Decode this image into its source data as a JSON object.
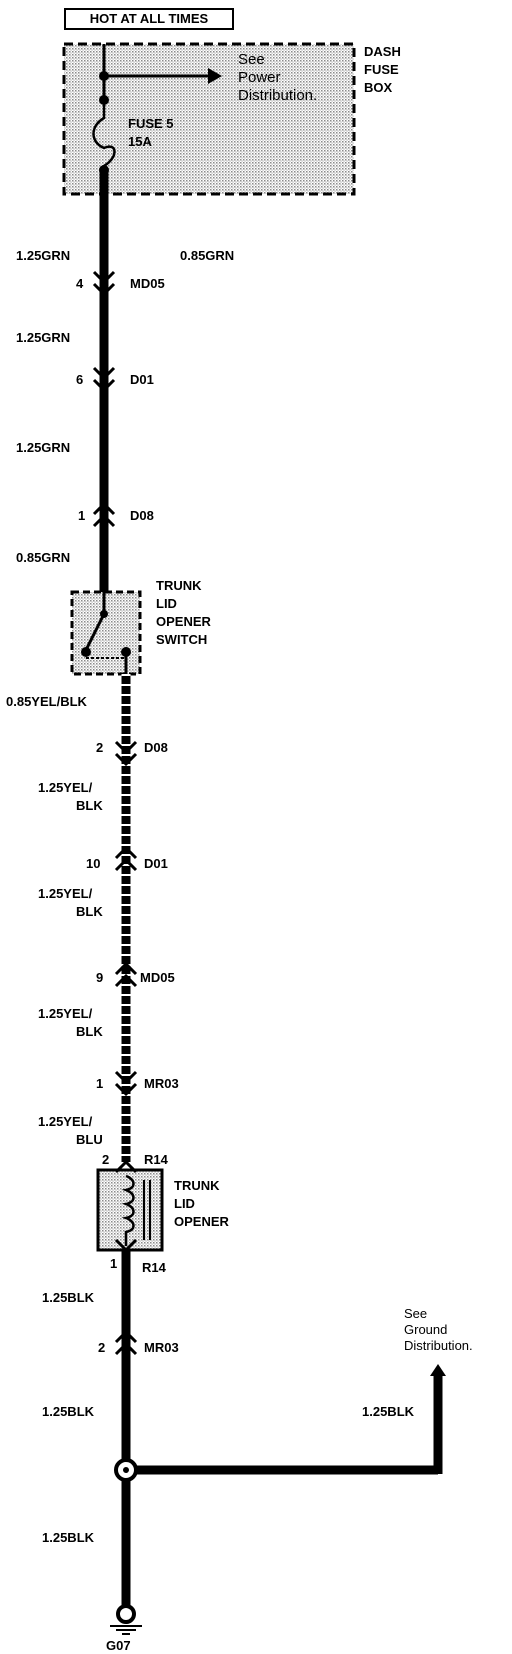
{
  "header": "HOT AT ALL TIMES",
  "fuse_box": {
    "l1": "DASH",
    "l2": "FUSE",
    "l3": "BOX"
  },
  "power_ref": {
    "l1": "See",
    "l2": "Power",
    "l3": "Distribution."
  },
  "fuse": {
    "name": "FUSE 5",
    "rating": "15A"
  },
  "wires": {
    "w1": "1.25GRN",
    "w1b": "0.85GRN",
    "w2": "1.25GRN",
    "w3": "1.25GRN",
    "w4": "0.85GRN",
    "w5": "0.85YEL/BLK",
    "w6a": "1.25YEL/",
    "w6b": "BLK",
    "w7a": "1.25YEL/",
    "w7b": "BLK",
    "w8a": "1.25YEL/",
    "w8b": "BLK",
    "w9a": "1.25YEL/",
    "w9b": "BLU",
    "w10": "1.25BLK",
    "w11": "1.25BLK",
    "w12": "1.25BLK",
    "w13": "1.25BLK"
  },
  "connectors": {
    "c1": {
      "pin": "4",
      "name": "MD05"
    },
    "c2": {
      "pin": "6",
      "name": "D01"
    },
    "c3": {
      "pin": "1",
      "name": "D08"
    },
    "c4": {
      "pin": "2",
      "name": "D08"
    },
    "c5": {
      "pin": "10",
      "name": "D01"
    },
    "c6": {
      "pin": "9",
      "name": "MD05"
    },
    "c7": {
      "pin": "1",
      "name": "MR03"
    },
    "c8": {
      "pin": "2",
      "name": "R14"
    },
    "c9": {
      "pin": "1",
      "name": "R14"
    },
    "c10": {
      "pin": "2",
      "name": "MR03"
    }
  },
  "switch": {
    "l1": "TRUNK",
    "l2": "LID",
    "l3": "OPENER",
    "l4": "SWITCH"
  },
  "opener": {
    "l1": "TRUNK",
    "l2": "LID",
    "l3": "OPENER"
  },
  "ground_ref": {
    "l1": "See",
    "l2": "Ground",
    "l3": "Distribution."
  },
  "ground": "G07"
}
